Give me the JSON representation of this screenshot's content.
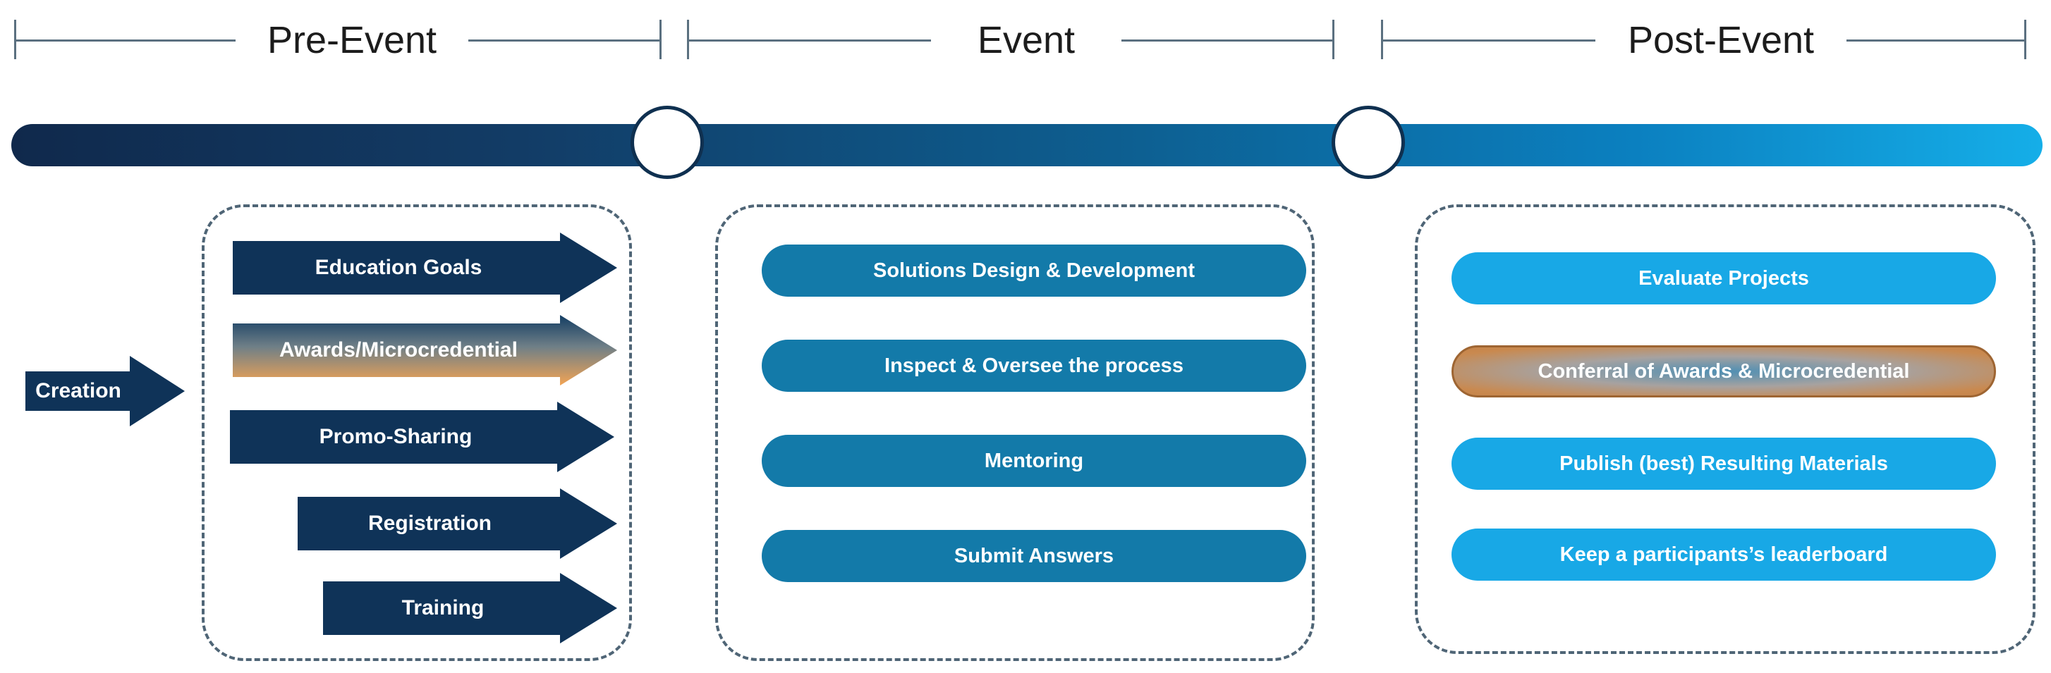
{
  "phases": [
    {
      "label": "Pre-Event"
    },
    {
      "label": "Event"
    },
    {
      "label": "Post-Event"
    }
  ],
  "creation": {
    "label": "Creation"
  },
  "pre_event_steps": [
    {
      "label": "Education Goals",
      "style": "navy"
    },
    {
      "label": "Awards/Microcredential",
      "style": "orange-gradient"
    },
    {
      "label": "Promo-Sharing",
      "style": "navy"
    },
    {
      "label": "Registration",
      "style": "navy"
    },
    {
      "label": "Training",
      "style": "navy"
    }
  ],
  "event_steps": [
    {
      "label": "Solutions Design & Development"
    },
    {
      "label": "Inspect & Oversee the process"
    },
    {
      "label": "Mentoring"
    },
    {
      "label": "Submit Answers"
    }
  ],
  "post_event_steps": [
    {
      "label": "Evaluate Projects",
      "style": "blue"
    },
    {
      "label": "Conferral of Awards & Microcredential",
      "style": "orange-gradient"
    },
    {
      "label": "Publish (best) Resulting Materials",
      "style": "blue"
    },
    {
      "label": "Keep a participants’s leaderboard",
      "style": "blue"
    }
  ],
  "colors": {
    "navy": "#0f3358",
    "event_pill": "#137aa9",
    "post_pill": "#18a8e6",
    "orange": "#e8a05a",
    "dashed_border": "#4f6576"
  }
}
